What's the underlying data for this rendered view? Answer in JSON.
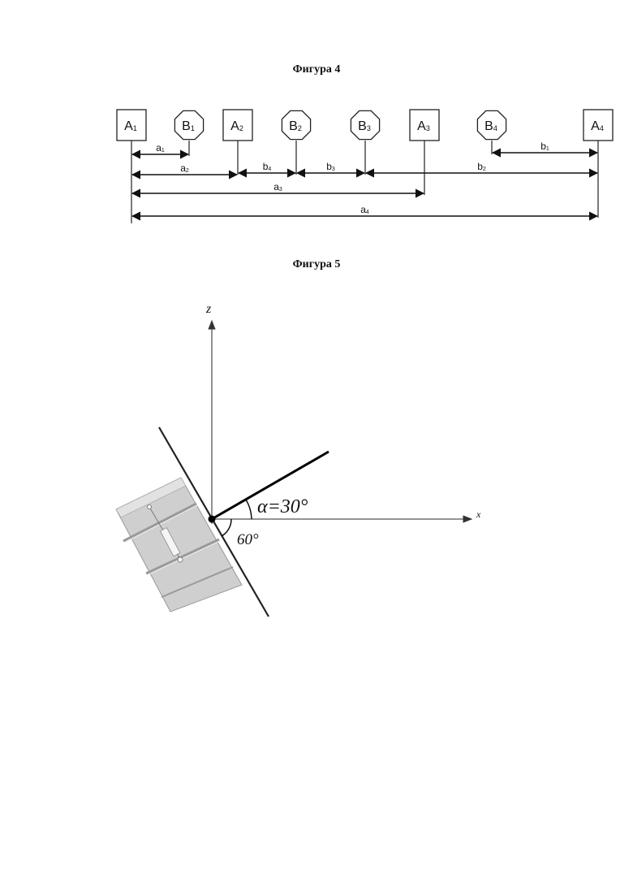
{
  "figure4": {
    "title": "Фигура 4",
    "nodes": [
      {
        "id": "A1",
        "letter": "A",
        "sub": "1",
        "kind": "square"
      },
      {
        "id": "B1",
        "letter": "B",
        "sub": "1",
        "kind": "octagon"
      },
      {
        "id": "A2",
        "letter": "A",
        "sub": "2",
        "kind": "square"
      },
      {
        "id": "B2",
        "letter": "B",
        "sub": "2",
        "kind": "octagon"
      },
      {
        "id": "B3",
        "letter": "B",
        "sub": "3",
        "kind": "octagon"
      },
      {
        "id": "A3",
        "letter": "A",
        "sub": "3",
        "kind": "square"
      },
      {
        "id": "B4",
        "letter": "B",
        "sub": "4",
        "kind": "octagon"
      },
      {
        "id": "A4",
        "letter": "A",
        "sub": "4",
        "kind": "square"
      }
    ],
    "dimensions": [
      {
        "letter": "a",
        "sub": "1",
        "from": "A1",
        "to": "B1"
      },
      {
        "letter": "b",
        "sub": "1",
        "from": "B4",
        "to": "A4"
      },
      {
        "letter": "a",
        "sub": "2",
        "from": "A1",
        "to": "A2"
      },
      {
        "letter": "b",
        "sub": "4",
        "from": "A2",
        "to": "B2"
      },
      {
        "letter": "b",
        "sub": "3",
        "from": "B2",
        "to": "B3"
      },
      {
        "letter": "b",
        "sub": "2",
        "from": "B3",
        "to": "A4"
      },
      {
        "letter": "a",
        "sub": "3",
        "from": "A1",
        "to": "A3"
      },
      {
        "letter": "a",
        "sub": "4",
        "from": "A1",
        "to": "A4"
      }
    ]
  },
  "figure5": {
    "title": "Фигура 5",
    "axis_z_label": "z",
    "axis_x_label": "x",
    "angle_alpha_label": "α=30°",
    "angle_plate_label": "60°",
    "alpha_deg": 30,
    "plate_angle_deg": 60
  }
}
